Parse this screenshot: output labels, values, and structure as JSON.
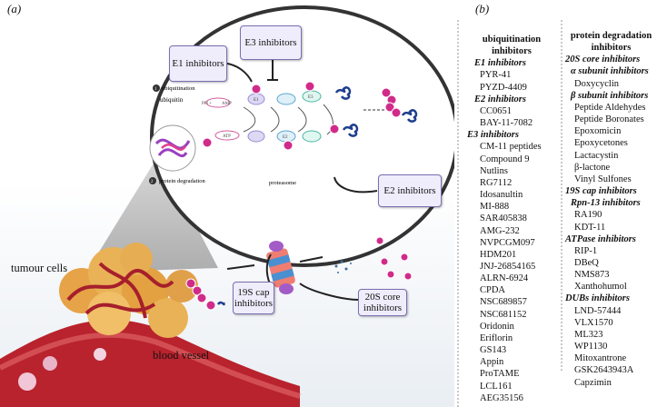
{
  "panel_a": {
    "label": "(a)",
    "steps": {
      "ubiquitination": "ubiquitination",
      "protein_degradation": "protein degradation",
      "num1": "1",
      "num2": "2"
    },
    "labels": {
      "ubiquitin": "ubiquitin",
      "proteasome": "proteasome",
      "tumour_cells": "tumour cells",
      "blood_vessel": "blood vessel",
      "ppi": "PPi +",
      "amp": "AMP",
      "atp": "ATP",
      "e1": "E1",
      "e2": "E2",
      "e3": "E3"
    },
    "boxes": {
      "e1": "E1 inhibitors",
      "e2": "E2 inhibitors",
      "e3": "E3 inhibitors",
      "cap19s": "19S cap inhibitors",
      "core20s": "20S core inhibitors"
    }
  },
  "panel_b": {
    "label": "(b)",
    "ubiquitination": {
      "title": "ubiquitination inhibitors",
      "groups": [
        {
          "name": "E1 inhibitors",
          "items": [
            "PYR-41",
            "PYZD-4409"
          ]
        },
        {
          "name": "E2 inhibitors",
          "items": [
            "CC0651",
            "BAY-11-7082"
          ]
        },
        {
          "name": "E3 inhibitors",
          "items": [
            "CM-11 peptides",
            "Compound 9",
            "Nutlins",
            "RG7112",
            "Idosanultin",
            "MI-888",
            "SAR405838",
            "AMG-232",
            "NVPCGM097",
            "HDM201",
            "JNJ-26854165",
            "ALRN-6924",
            "CPDA",
            "NSC689857",
            "NSC681152",
            "Oridonin",
            "Eriflorin",
            "GS143",
            "Appin",
            "ProTAME",
            "LCL161",
            "AEG35156"
          ]
        }
      ]
    },
    "degradation": {
      "title": "protein degradation inhibitors",
      "lines": [
        {
          "t": "20S core inhibitors",
          "k": "sub"
        },
        {
          "t": "α subunit inhibitors",
          "k": "sub",
          "i": 1
        },
        {
          "t": "Doxycyclin",
          "k": "item"
        },
        {
          "t": "β subunit inhibitors",
          "k": "sub",
          "i": 1
        },
        {
          "t": "Peptide Aldehydes",
          "k": "item"
        },
        {
          "t": "Peptide Boronates",
          "k": "item"
        },
        {
          "t": "Epoxomicin",
          "k": "item"
        },
        {
          "t": "Epoxycetones",
          "k": "item"
        },
        {
          "t": "Lactacystin",
          "k": "item"
        },
        {
          "t": "β-lactone",
          "k": "item"
        },
        {
          "t": "Vinyl Sulfones",
          "k": "item"
        },
        {
          "t": "19S cap inhibitors",
          "k": "sub"
        },
        {
          "t": "Rpn-13 inhibitors",
          "k": "sub",
          "i": 1
        },
        {
          "t": "RA190",
          "k": "item"
        },
        {
          "t": "KDT-11",
          "k": "item"
        },
        {
          "t": "ATPase inhibitors",
          "k": "sub"
        },
        {
          "t": "RIP-1",
          "k": "item"
        },
        {
          "t": "DBeQ",
          "k": "item"
        },
        {
          "t": "NMS873",
          "k": "item"
        },
        {
          "t": "Xanthohumol",
          "k": "item"
        },
        {
          "t": "DUBs inhibitors",
          "k": "sub"
        },
        {
          "t": "LND-57444",
          "k": "item"
        },
        {
          "t": "VLX1570",
          "k": "item"
        },
        {
          "t": "ML323",
          "k": "item"
        },
        {
          "t": "WP1130",
          "k": "item"
        },
        {
          "t": "Mitoxantrone",
          "k": "item"
        },
        {
          "t": "GSK2643943A",
          "k": "item"
        },
        {
          "t": "Capzimin",
          "k": "item"
        }
      ]
    }
  },
  "colors": {
    "box_border": "#7a6fb0",
    "box_fill": "#efedfb",
    "ubiquitin": "#d12b8a",
    "protein": "#1f3f8f",
    "vessel": "#b8232d",
    "tumour": "#e8a94a"
  }
}
